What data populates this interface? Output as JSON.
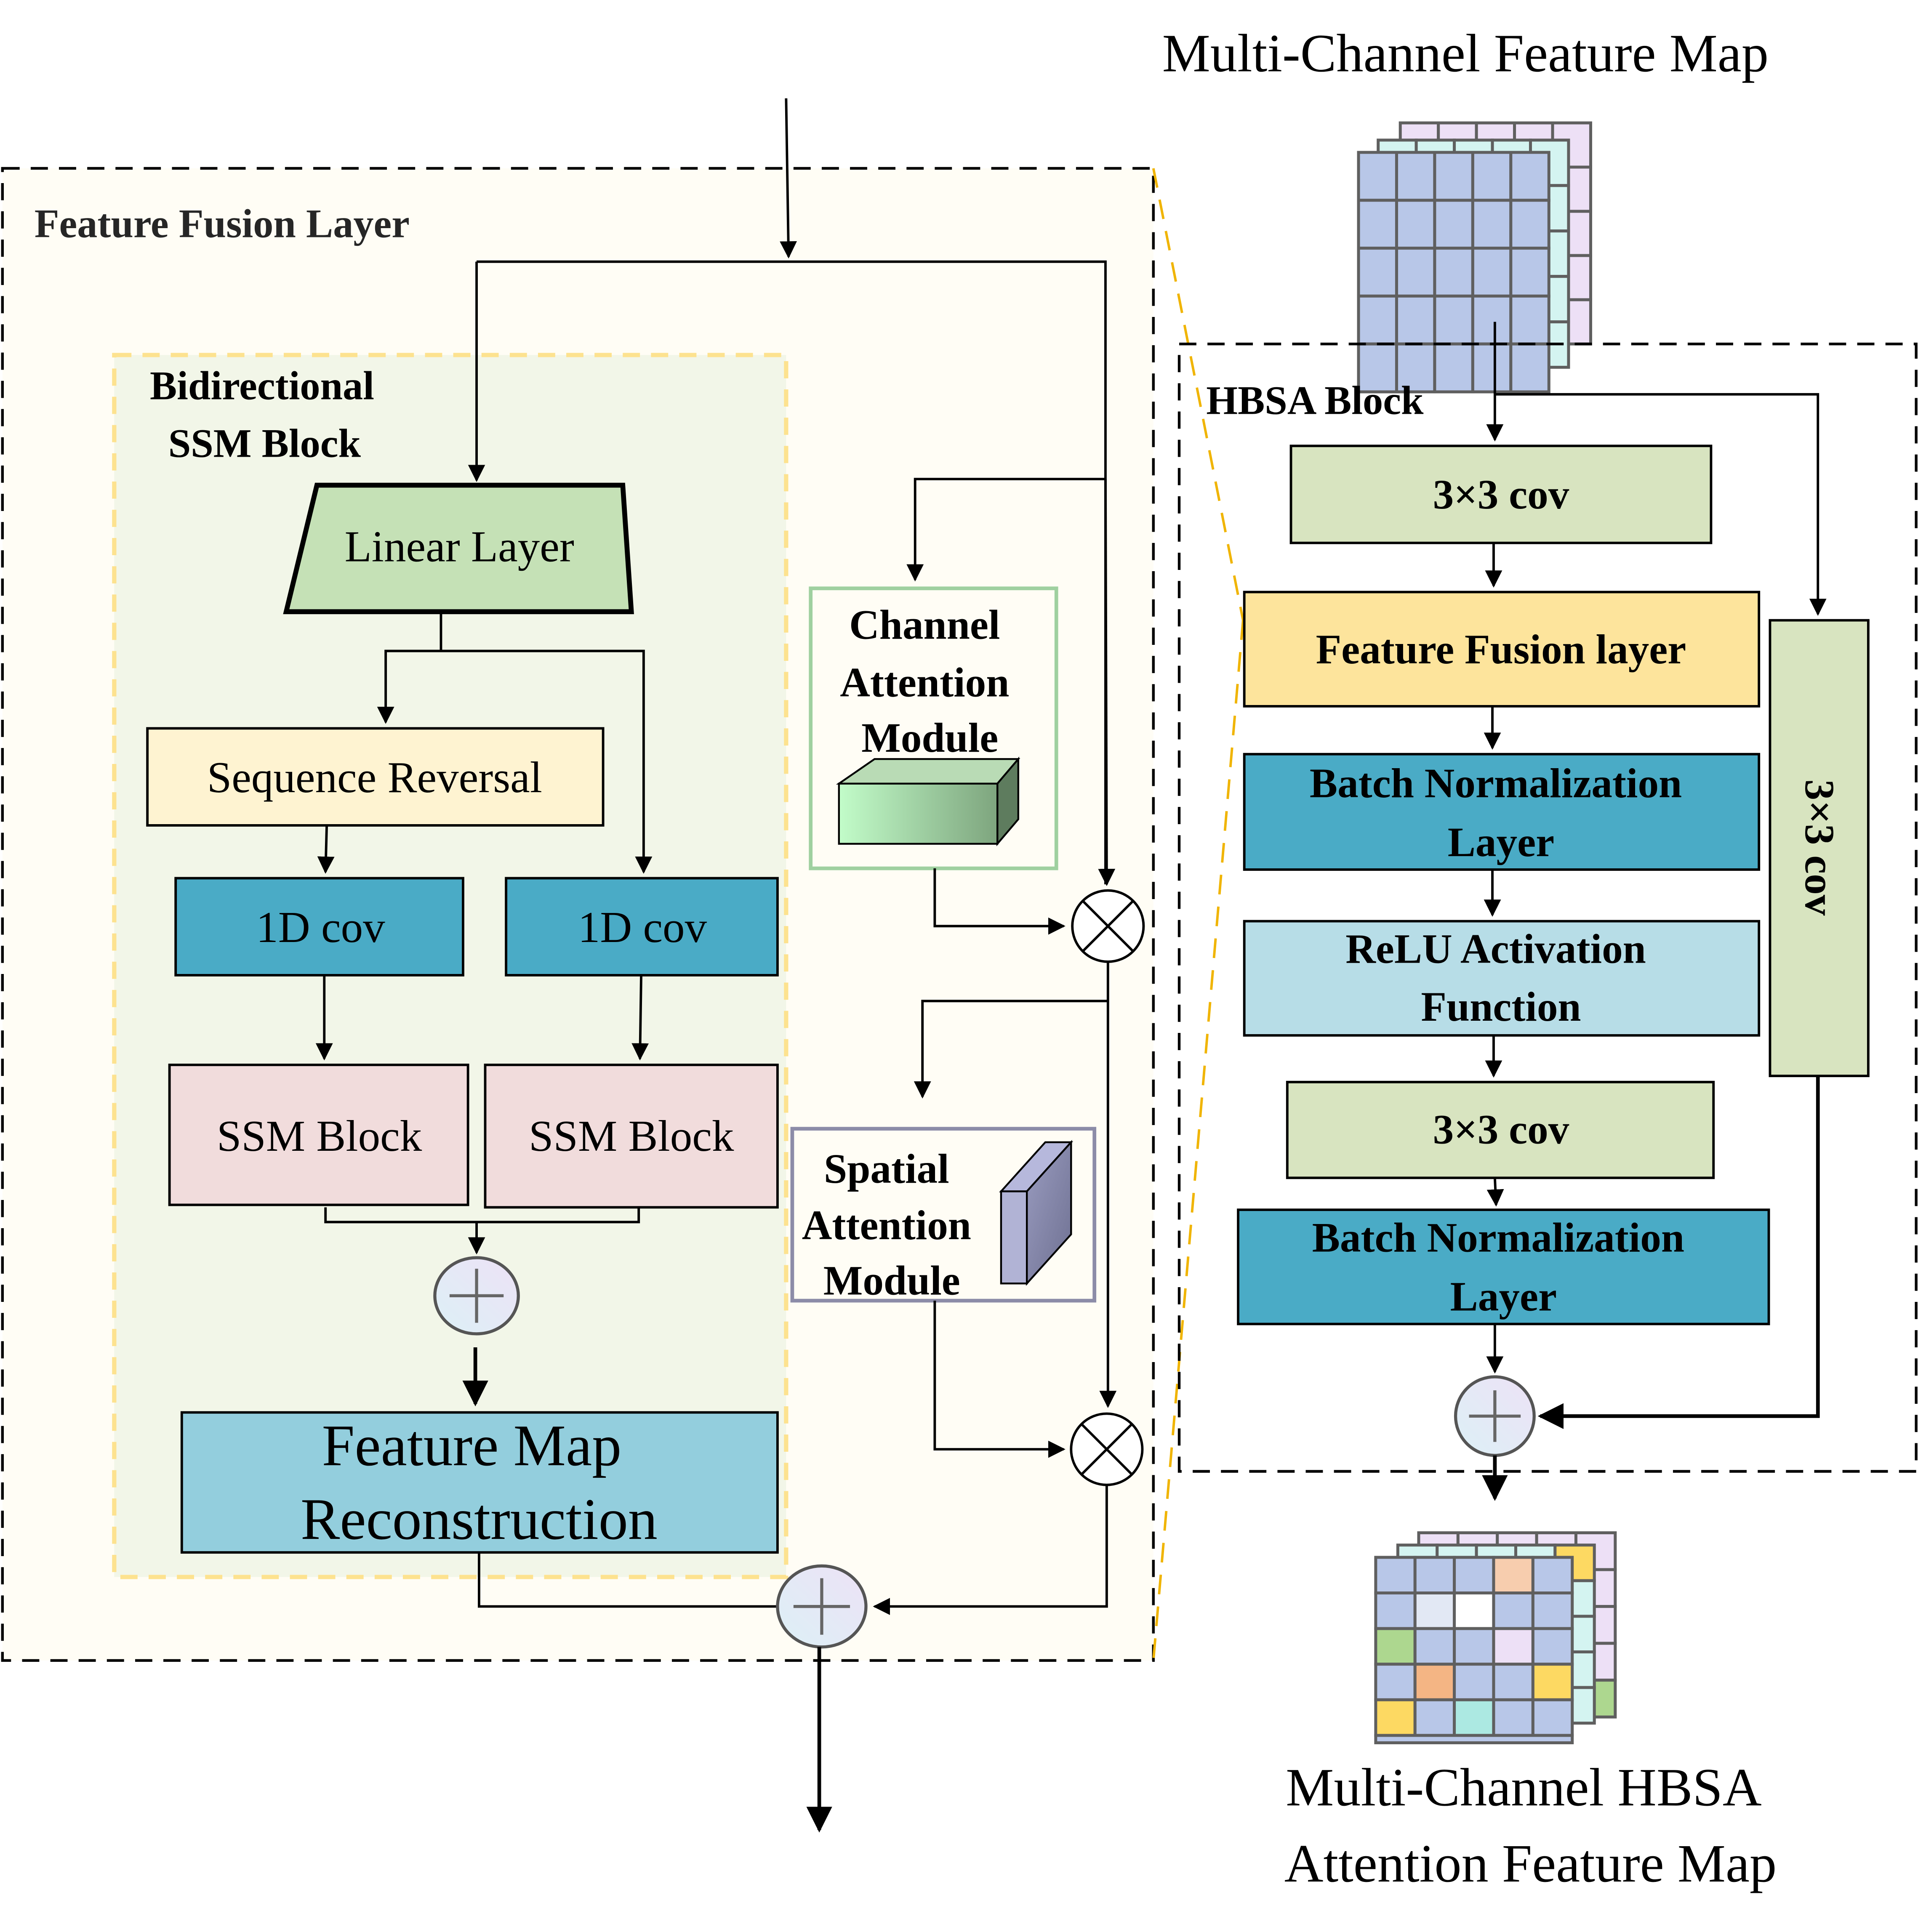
{
  "title_top": "Multi-Channel Feature Map",
  "title_bottom": [
    "Multi-Channel HBSA",
    "Attention Feature Map"
  ],
  "feature_fusion_layer": {
    "label": "Feature Fusion Layer",
    "bidirectional_ssm": {
      "label": [
        "Bidirectional",
        "SSM Block"
      ],
      "linear_layer": "Linear Layer",
      "sequence_reversal": "Sequence Reversal",
      "conv_left": "1D cov",
      "conv_right": "1D cov",
      "ssm_left": "SSM Block",
      "ssm_right": "SSM Block",
      "reconstruction": [
        "Feature Map",
        "Reconstruction"
      ]
    },
    "channel_attention": [
      "Channel",
      "Attention",
      "Module"
    ],
    "spatial_attention": [
      "Spatial",
      "Attention",
      "Module"
    ],
    "operators": {
      "multiply": "multiply-icon",
      "add": "add-icon"
    }
  },
  "hbsa_block": {
    "label": "HBSA Block",
    "conv_top": "3×3 cov",
    "fusion": "Feature Fusion layer",
    "bn_1": [
      "Batch Normalization",
      "Layer"
    ],
    "relu": [
      "ReLU Activation",
      "Function"
    ],
    "conv_mid": "3×3 cov",
    "bn_2": [
      "Batch Normalization",
      "Layer"
    ],
    "conv_side": "3×3 cov"
  },
  "colors": {
    "fusion_bg": "#fffdf5",
    "ssm_bg": "#f2f6e8",
    "linear": "#c5e1b6",
    "sequence": "#fef3d1",
    "conv1d": "#4aabc6",
    "ssm": "#f1dcdc",
    "reconstruction": "#93cedd",
    "conv3x3": "#d8e4c0",
    "fusion_layer": "#fde49c",
    "bn": "#4aabc6",
    "relu": "#b7dde7",
    "grid_front": "#b8c7e8",
    "grid_mid": "#d4f4f1",
    "grid_back": "#ede0f6"
  },
  "output_grid": [
    [
      "#b8c7e8",
      "#b8c7e8",
      "#b8c7e8",
      "#f7cdae",
      "#b8c7e8"
    ],
    [
      "#b8c7e8",
      "#e2e8f4",
      "#ffffff",
      "#b8c7e8",
      "#b8c7e8"
    ],
    [
      "#add78f",
      "#b8c7e8",
      "#b8c7e8",
      "#ede0f6",
      "#b8c7e8"
    ],
    [
      "#b8c7e8",
      "#f4b584",
      "#b8c7e8",
      "#b8c7e8",
      "#fdd962"
    ],
    [
      "#fdd962",
      "#b8c7e8",
      "#ace9e2",
      "#b8c7e8",
      "#b8c7e8"
    ]
  ]
}
